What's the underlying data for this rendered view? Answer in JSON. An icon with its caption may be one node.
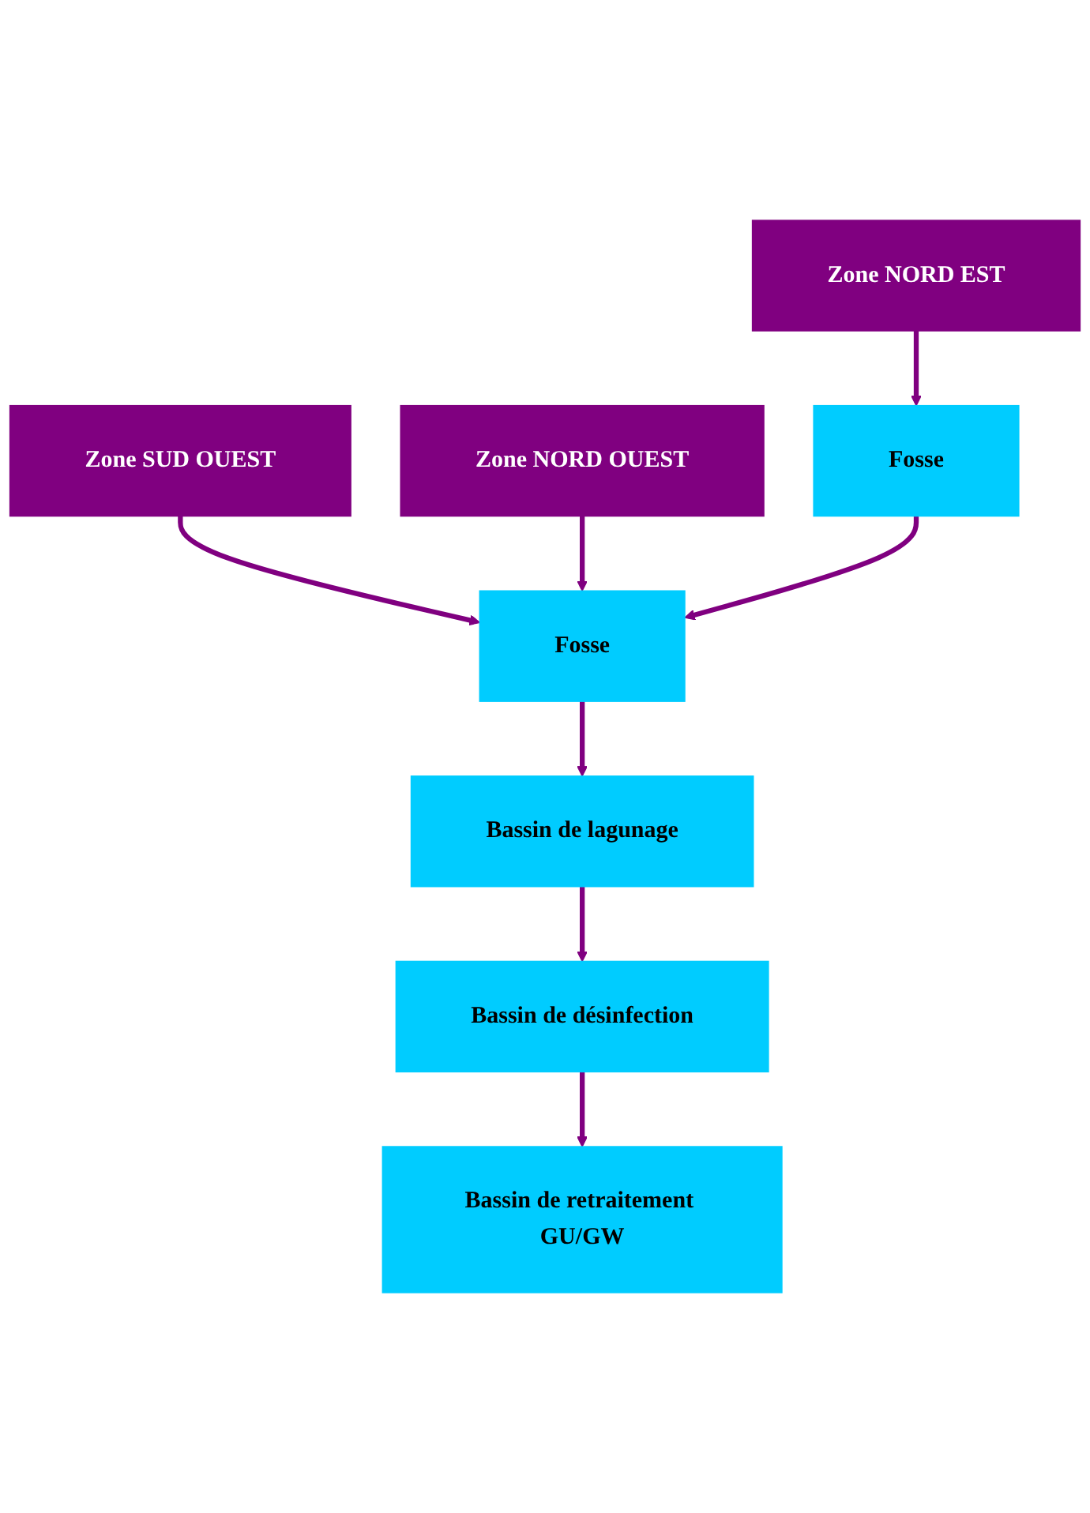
{
  "diagram": {
    "nodes": [
      {
        "text": [
          "Zone SUD OUEST"
        ]
      },
      {
        "text": [
          "Zone NORD OUEST"
        ]
      },
      {
        "text": [
          "Zone NORD EST"
        ]
      },
      {
        "text": [
          "Fosse"
        ]
      },
      {
        "text": [
          "Fosse"
        ]
      },
      {
        "text": [
          "Bassin de lagunage"
        ]
      },
      {
        "text": [
          "Bassin de désinfection"
        ]
      },
      {
        "text": [
          "Bassin de retraitement GU/GW"
        ]
      }
    ],
    "edges": [
      {
        "from": 0,
        "to": 4,
        "arrow": "to"
      },
      {
        "from": 1,
        "to": 4,
        "arrow": "to"
      },
      {
        "from": 2,
        "to": 3,
        "arrow": "to"
      },
      {
        "from": 3,
        "to": 4,
        "arrow": "to"
      },
      {
        "from": 4,
        "to": 5,
        "arrow": "to"
      },
      {
        "from": 5,
        "to": 6,
        "arrow": "to"
      },
      {
        "from": 6,
        "to": 7,
        "arrow": "to"
      }
    ]
  }
}
